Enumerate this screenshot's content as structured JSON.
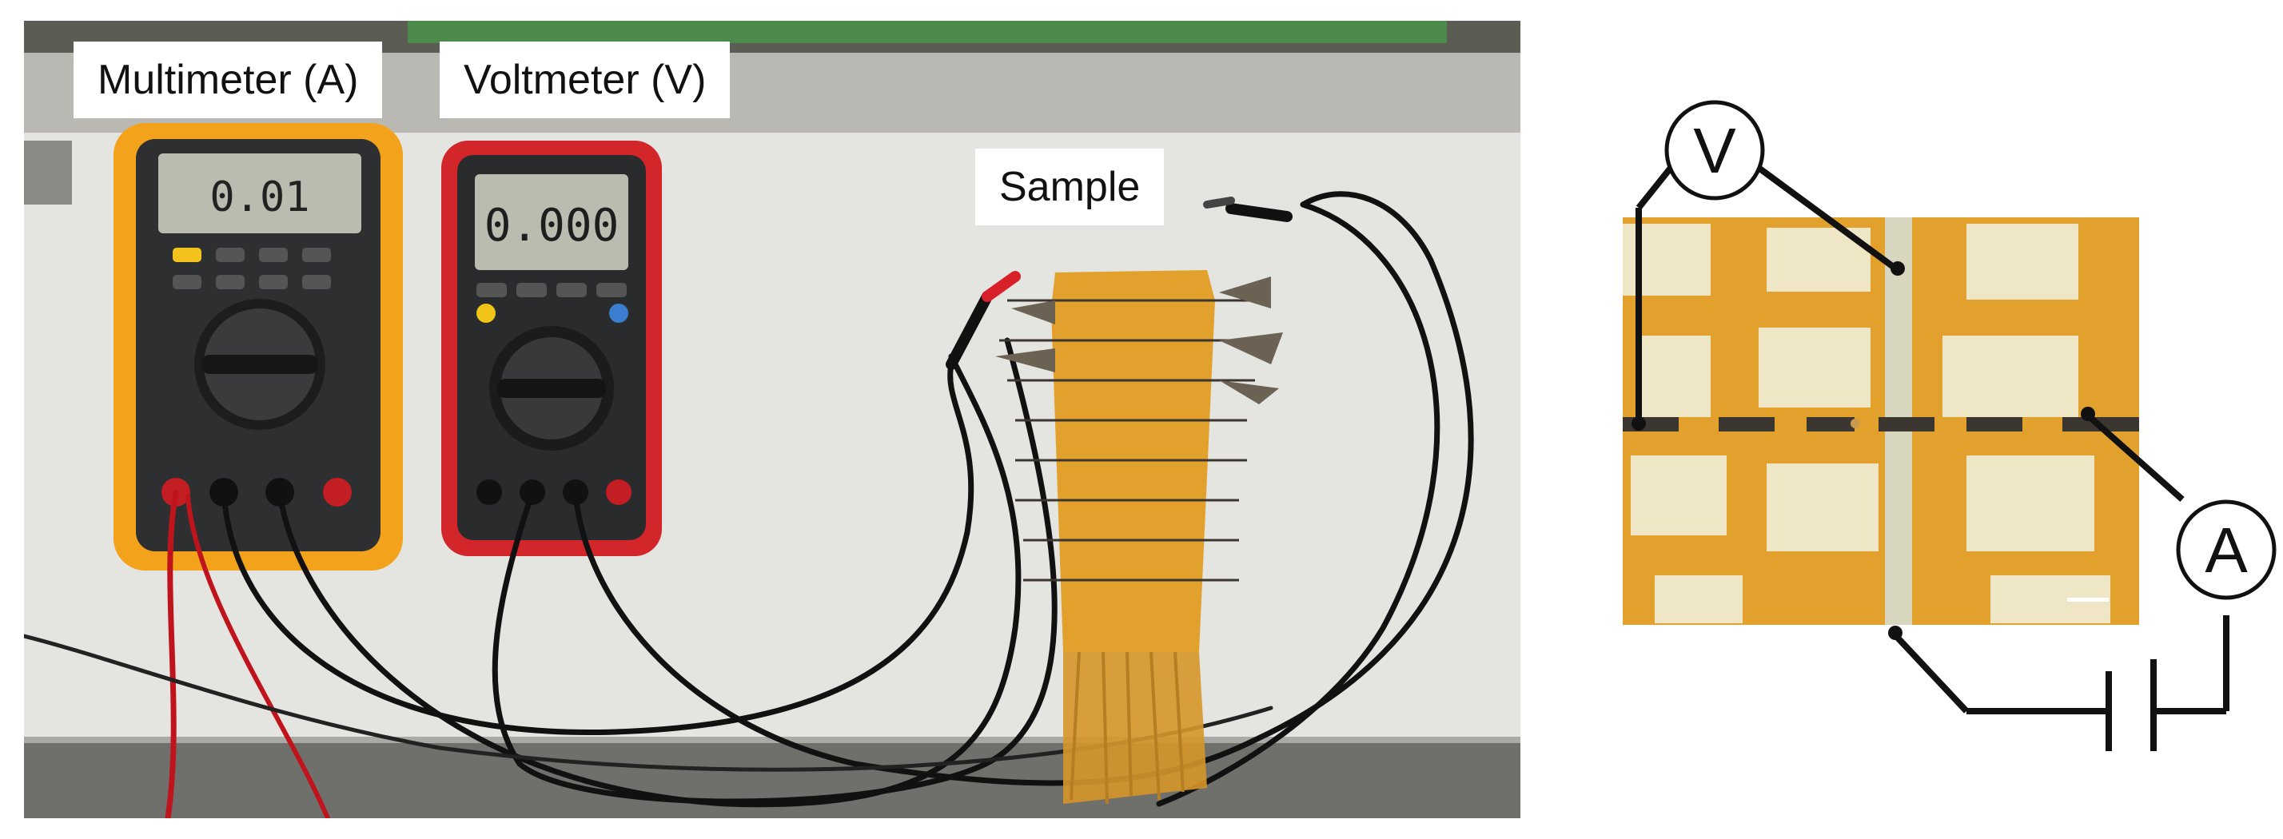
{
  "photo": {
    "labels": {
      "multimeter": "Multimeter (A)",
      "voltmeter": "Voltmeter (V)",
      "sample": "Sample"
    },
    "voltmeter_display": "0.000",
    "multimeter_display": "0.01"
  },
  "diagram": {
    "voltmeter_symbol": "V",
    "ammeter_symbol": "A"
  },
  "colors": {
    "bench": "#e4e4e0",
    "multimeter_yellow": "#f3a21c",
    "voltmeter_red": "#d3262b",
    "meter_body": "#2e2f31",
    "lcd": "#b9bdb0",
    "fabric_orange": "#e2a02c",
    "fabric_cream": "#efe6c6",
    "conductive_yarn": "#3c3630",
    "probe_red": "#d8202a",
    "wire_black": "#111111"
  }
}
